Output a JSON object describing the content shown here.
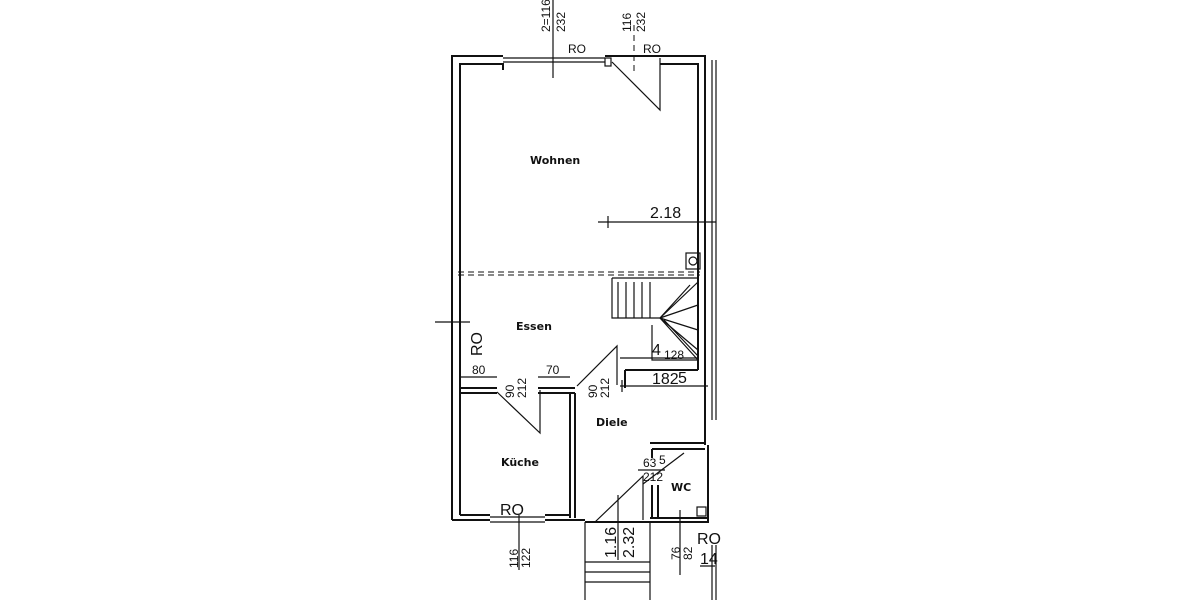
{
  "rooms": {
    "living": "Wohnen",
    "dining": "Essen",
    "hall": "Diele",
    "kitchen": "Küche",
    "wc": "WC"
  },
  "dimensions": {
    "top_window_a": "2=116",
    "top_window_a_h": "232",
    "top_window_b": "116",
    "top_window_b_h": "232",
    "top_ro_a": "RO",
    "top_ro_b": "RO",
    "living_width": "2.18",
    "left_ro": "RO",
    "kitchen_wall": "80",
    "kitchen_door_w": "90",
    "kitchen_door_h": "212",
    "dining_wall": "70",
    "hall_door_w": "90",
    "hall_door_h": "212",
    "stair_width": "128",
    "stair_mark": "4",
    "hall_length": "182",
    "hall_length_sup": "5",
    "wc_door_w": "63",
    "wc_door_w_sup": "5",
    "wc_door_h": "212",
    "kitchen_ro": "RO",
    "kitchen_window_w": "116",
    "kitchen_window_h": "122",
    "entry_door_w": "1.16",
    "entry_door_h": "2.32",
    "wc_window_w": "76",
    "wc_window_h": "82",
    "wc_ro": "RO",
    "step_count": "14"
  }
}
